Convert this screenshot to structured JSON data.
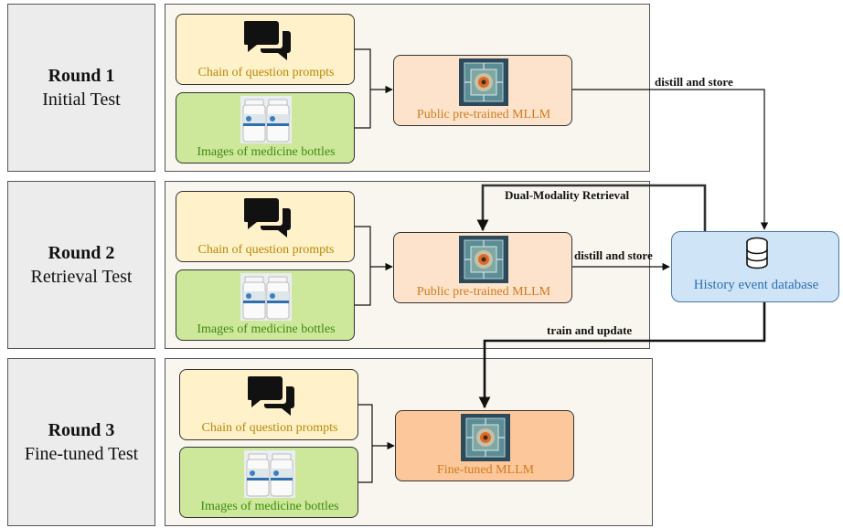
{
  "rounds": [
    {
      "title": "Round 1",
      "subtitle": "Initial Test",
      "prompt_caption": "Chain of question prompts",
      "image_caption": "Images of medicine bottles",
      "model_caption": "Public pre-trained MLLM"
    },
    {
      "title": "Round 2",
      "subtitle": "Retrieval Test",
      "prompt_caption": "Chain of question prompts",
      "image_caption": "Images of medicine bottles",
      "model_caption": "Public pre-trained MLLM"
    },
    {
      "title": "Round 3",
      "subtitle": "Fine-tuned Test",
      "prompt_caption": "Chain of question prompts",
      "image_caption": "Images of medicine bottles",
      "model_caption": "Fine-tuned MLLM"
    }
  ],
  "database": {
    "label": "History event database",
    "icon": "database-icon"
  },
  "edges": {
    "round1_store": "distill and store",
    "round2_store": "distill and store",
    "retrieval": "Dual-Modality Retrieval",
    "train": "train and update"
  },
  "colors": {
    "prompt_fill": "#fff1c9",
    "image_fill": "#cde89a",
    "model_fill": "#fde3cc",
    "finetuned_fill": "#fbc79b",
    "database_fill": "#cfe4f7",
    "panel_fill": "#f8f6ef",
    "label_fill": "#ececec"
  }
}
